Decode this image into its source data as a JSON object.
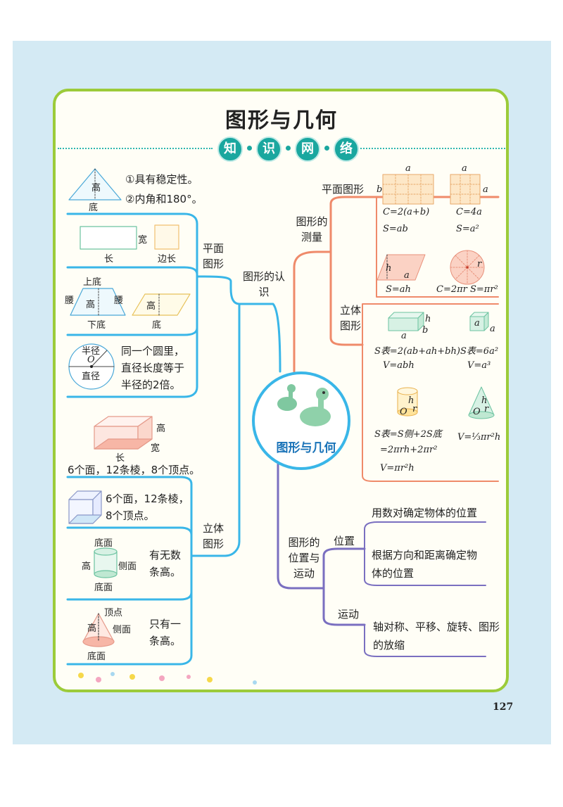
{
  "title": "图形与几何",
  "badges": [
    "知",
    "识",
    "网",
    "络"
  ],
  "center": "图形与几何",
  "page_number": "127",
  "recognition": {
    "label": "图形的认识",
    "plane_label": "平面图形",
    "solid_label": "立体图形",
    "triangle": {
      "height": "高",
      "base": "底",
      "prop1": "①具有稳定性。",
      "prop2": "②内角和180°。"
    },
    "rect": {
      "width": "宽",
      "length": "长",
      "side": "边长"
    },
    "trapezoid": {
      "top": "上底",
      "leg": "腰",
      "height": "高",
      "bottom": "下底"
    },
    "parallelogram": {
      "height": "高",
      "base": "底"
    },
    "circle": {
      "radius": "半径",
      "center": "O",
      "diameter": "直径",
      "line1": "同一个圆里，",
      "line2": "直径长度等于",
      "line3": "半径的2倍。"
    },
    "cuboid": {
      "height": "高",
      "width": "宽",
      "length": "长",
      "desc": "6个面，12条棱，8个顶点。"
    },
    "cube": {
      "line1": "6个面，12条棱，",
      "line2": "8个顶点。"
    },
    "cylinder": {
      "top": "底面",
      "height": "高",
      "side": "侧面",
      "bottom": "底面",
      "line1": "有无数",
      "line2": "条高。"
    },
    "cone": {
      "apex": "顶点",
      "height": "高",
      "side": "侧面",
      "bottom": "底面",
      "line1": "只有一",
      "line2": "条高。"
    }
  },
  "measurement": {
    "label": "图形的测量",
    "plane_label": "平面图形",
    "solid_label": "立体图形",
    "rect": {
      "a": "a",
      "b": "b",
      "C": "C=2(a+b)",
      "S": "S=ab"
    },
    "square": {
      "a": "a",
      "a2": "a",
      "C": "C=4a",
      "S": "S=a²"
    },
    "parallelogram": {
      "h": "h",
      "a": "a",
      "S": "S=ah"
    },
    "circle": {
      "r": "r",
      "formula": "C=2πr  S=πr²"
    },
    "cuboid": {
      "h": "h",
      "b": "b",
      "a": "a",
      "S": "S表=2(ab+ah+bh)",
      "V": "V=abh"
    },
    "cube": {
      "a1": "a",
      "a2": "a",
      "S": "S表=6a²",
      "V": "V=a³"
    },
    "cylinder": {
      "h": "h",
      "O": "O",
      "r": "r",
      "S1": "S表=S侧+2S底",
      "S2": "=2πrh+2πr²",
      "V": "V=πr²h"
    },
    "cone": {
      "h": "h",
      "O": "O",
      "r": "r",
      "V": "V=⅓πr²h"
    }
  },
  "position": {
    "label": "图形的位置与运动",
    "pos_label": "位置",
    "move_label": "运动",
    "item1": "用数对确定物体的位置",
    "item2a": "根据方向和距离确定物",
    "item2b": "体的位置",
    "item3a": "轴对称、平移、旋转、图形",
    "item3b": "的放缩"
  },
  "colors": {
    "blue": "#39b6e8",
    "red": "#ef8a6a",
    "purple": "#7a6fc0",
    "green_border": "#9ccb3a",
    "teal": "#1aa79f"
  }
}
